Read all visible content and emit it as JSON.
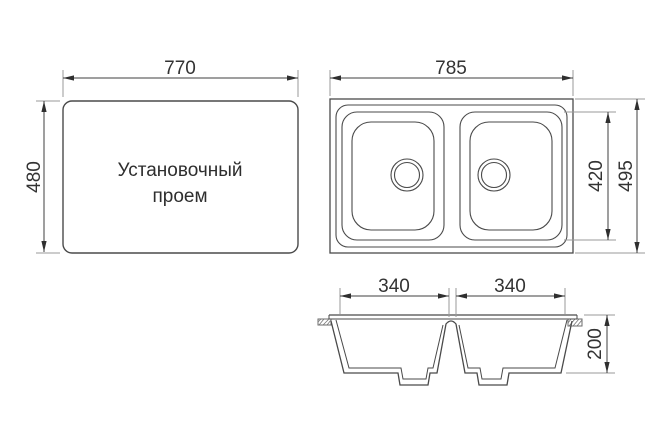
{
  "drawing": {
    "installation_opening": {
      "label_line1": "Установочный",
      "label_line2": "проем",
      "width_mm": "770",
      "height_mm": "480"
    },
    "sink_top_view": {
      "width_mm": "785",
      "bowl_zone_depth_mm": "420",
      "total_depth_mm": "495"
    },
    "sink_section_view": {
      "left_bowl_width_mm": "340",
      "right_bowl_width_mm": "340",
      "bowl_depth_mm": "200"
    },
    "colors": {
      "background": "#ffffff",
      "outline": "#4a4a4a",
      "dimension_line": "#3f3f3f",
      "extension_line": "#9a9a9a",
      "text": "#333333",
      "hatch": "#777777"
    }
  }
}
